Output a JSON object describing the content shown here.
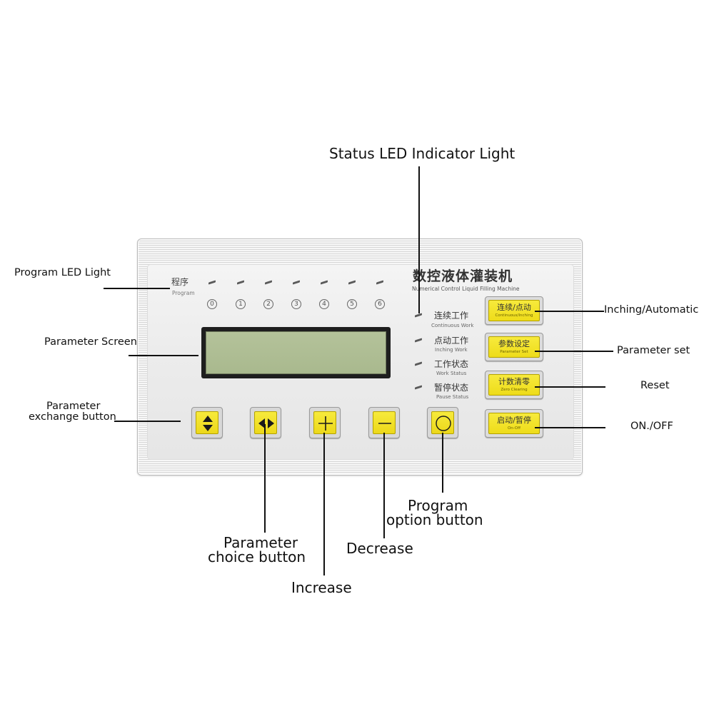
{
  "panel": {
    "title_zh": "数控液体灌装机",
    "title_en": "Numerical Control Liquid Filling Machine",
    "program_zh": "程序",
    "program_en": "Program",
    "program_digits": [
      "0",
      "1",
      "2",
      "3",
      "4",
      "5",
      "6"
    ],
    "status": [
      {
        "zh": "连续工作",
        "en": "Continuous Work"
      },
      {
        "zh": "点动工作",
        "en": "Inching Work"
      },
      {
        "zh": "工作状态",
        "en": "Work Status"
      },
      {
        "zh": "暂停状态",
        "en": "Pause Status"
      }
    ],
    "buttons": [
      {
        "zh": "连续/点动",
        "en": "Continuous/Inching"
      },
      {
        "zh": "参数设定",
        "en": "Parameter Set"
      },
      {
        "zh": "计数清零",
        "en": "Zero Clearing"
      },
      {
        "zh": "启动/暂停",
        "en": "On-Off"
      }
    ],
    "accent_yellow": "#f2e22a",
    "lcd_color": "#adbc92"
  },
  "annotations": {
    "status_led": "Status LED Indicator Light",
    "program_led": "Program LED Light",
    "parameter_screen": "Parameter Screen",
    "parameter_exchange_l1": "Parameter",
    "parameter_exchange_l2": "exchange button",
    "inching_automatic": "Inching/Automatic",
    "parameter_set": "Parameter set",
    "reset": "Reset",
    "on_off": "ON./OFF",
    "program_option_l1": "Program",
    "program_option_l2": "option button",
    "parameter_choice_l1": "Parameter",
    "parameter_choice_l2": "choice button",
    "decrease": "Decrease",
    "increase": "Increase"
  },
  "icons": [
    "up-down-arrows-icon",
    "left-right-arrows-icon",
    "plus-icon",
    "minus-icon",
    "circle-icon"
  ]
}
